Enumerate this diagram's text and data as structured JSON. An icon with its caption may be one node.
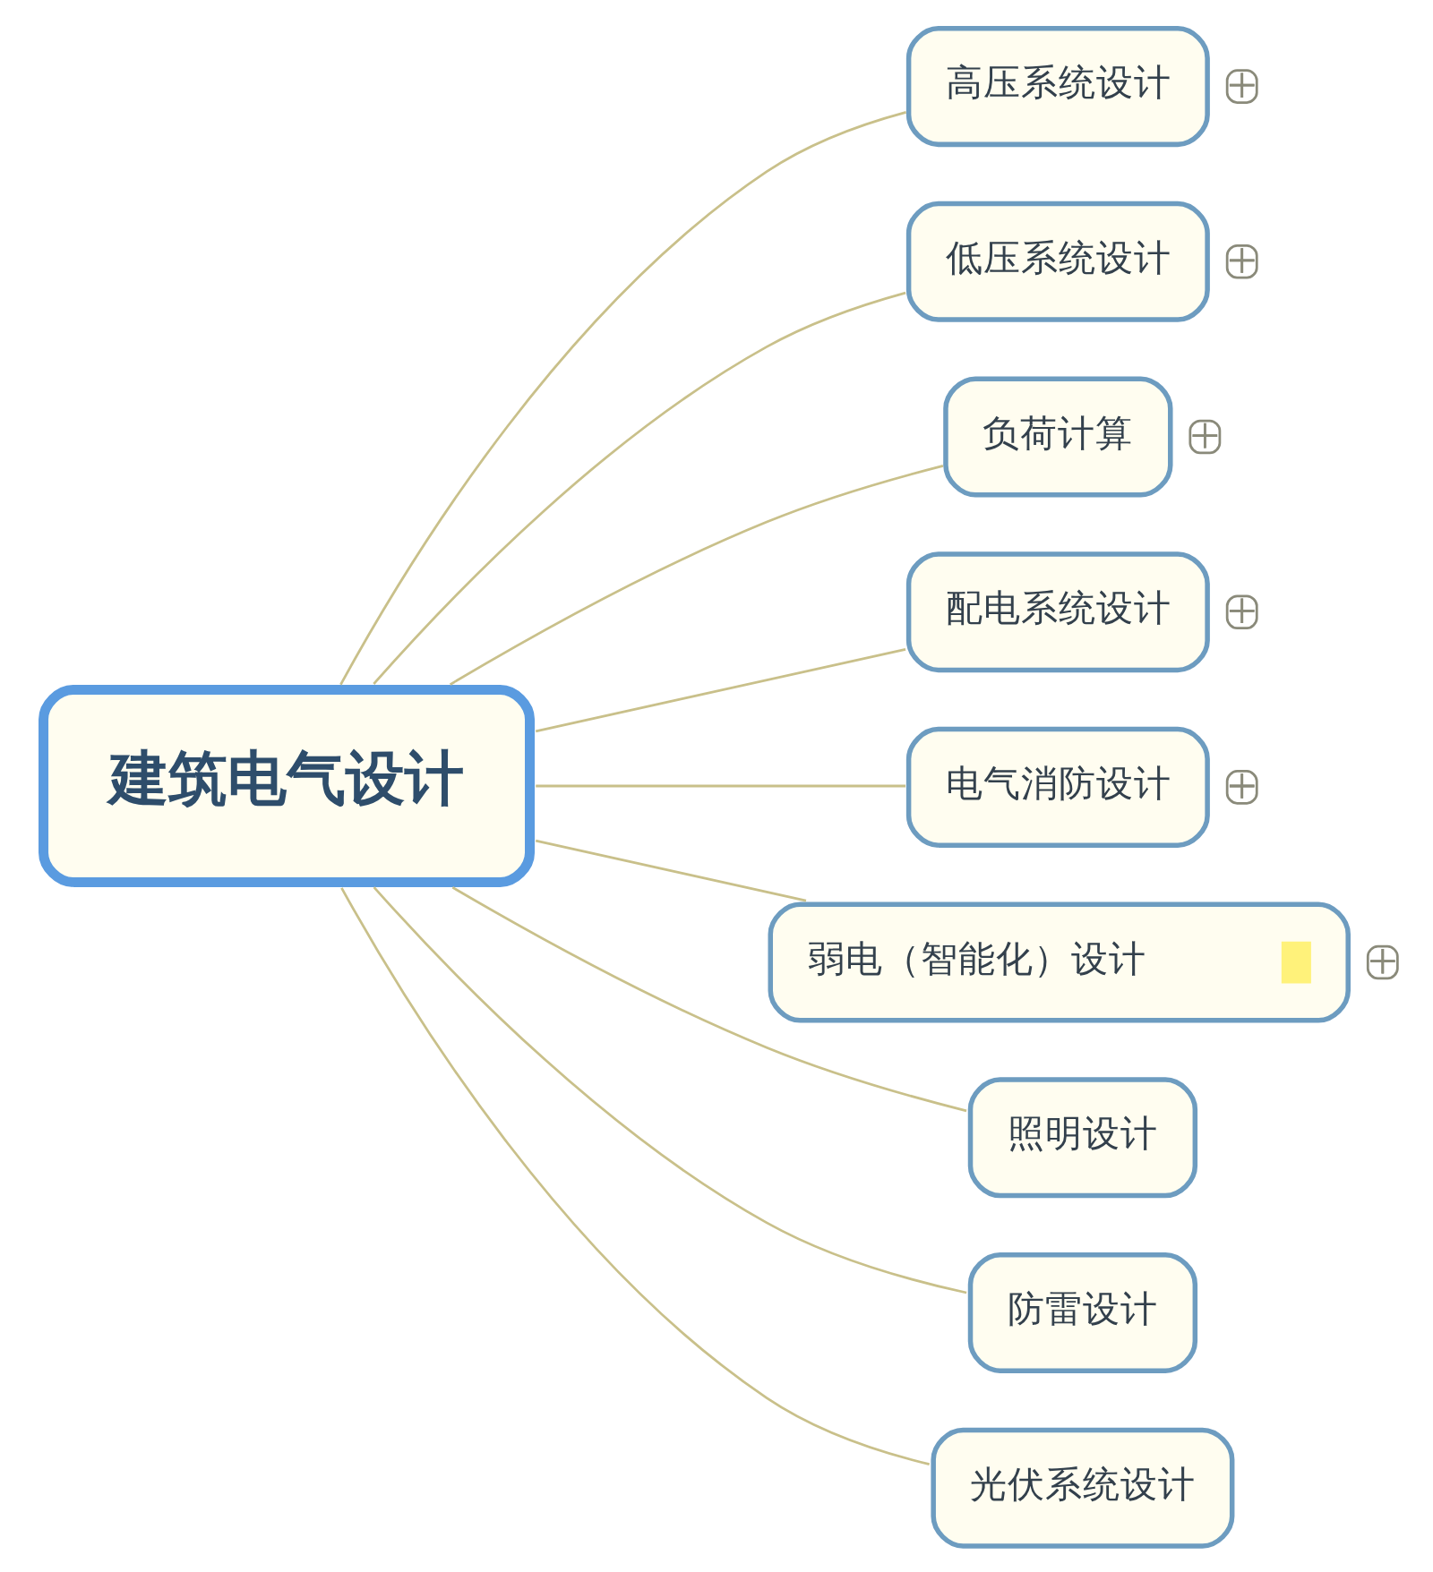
{
  "diagram": {
    "nodes": [
      {
        "text": [
          "建筑电气设计"
        ]
      },
      {
        "text": [
          "高压系统设计"
        ]
      },
      {
        "text": [
          "低压系统设计"
        ]
      },
      {
        "text": [
          "负荷计算"
        ]
      },
      {
        "text": [
          "配电系统设计"
        ]
      },
      {
        "text": [
          "电气消防设计"
        ]
      },
      {
        "text": [
          "弱电（智能化）设计"
        ]
      },
      {
        "text": [
          "照明设计"
        ]
      },
      {
        "text": [
          "防雷设计"
        ]
      },
      {
        "text": [
          "光伏系统设计"
        ]
      }
    ],
    "edges": [
      {
        "from": 0,
        "to": 1,
        "arrow": "none"
      },
      {
        "from": 0,
        "to": 2,
        "arrow": "none"
      },
      {
        "from": 0,
        "to": 3,
        "arrow": "none"
      },
      {
        "from": 0,
        "to": 4,
        "arrow": "none"
      },
      {
        "from": 0,
        "to": 5,
        "arrow": "none"
      },
      {
        "from": 0,
        "to": 6,
        "arrow": "none"
      },
      {
        "from": 0,
        "to": 7,
        "arrow": "none"
      },
      {
        "from": 0,
        "to": 8,
        "arrow": "none"
      },
      {
        "from": 0,
        "to": 9,
        "arrow": "none"
      }
    ]
  }
}
